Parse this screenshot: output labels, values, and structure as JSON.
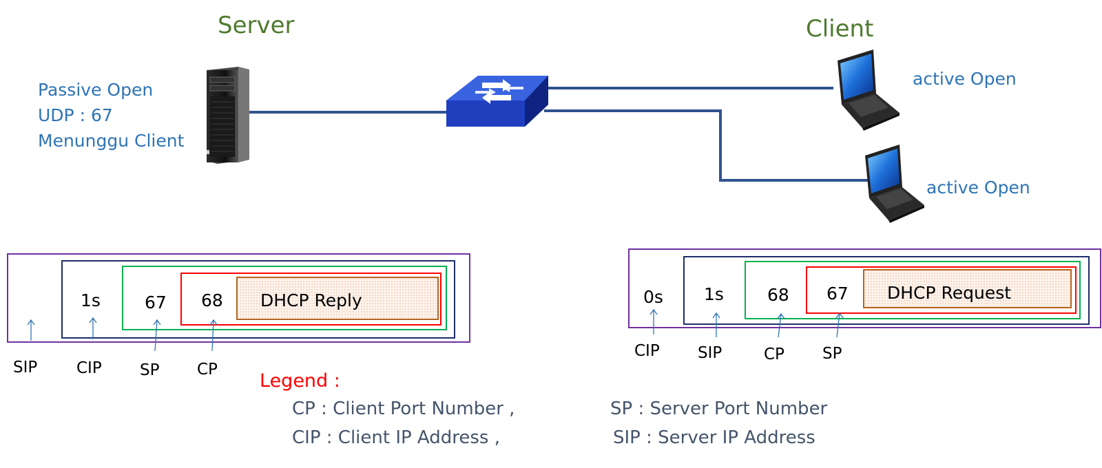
{
  "server": {
    "heading": "Server",
    "notes": [
      "Passive Open",
      "UDP : 67",
      "Menunggu Client"
    ]
  },
  "client": {
    "heading": "Client",
    "laptop_1_label": "active Open",
    "laptop_2_label": "active Open"
  },
  "reply_packet": {
    "cip_value": "1s",
    "sp_value": "67",
    "cp_value": "68",
    "payload": "DHCP Reply",
    "pointers": [
      "SIP",
      "CIP",
      "SP",
      "CP"
    ]
  },
  "request_packet": {
    "cip_value": "0s",
    "sip_value": "1s",
    "cp_value": "68",
    "sp_value": "67",
    "payload": "DHCP Request",
    "pointers": [
      "CIP",
      "SIP",
      "CP",
      "SP"
    ]
  },
  "legend": {
    "title": "Legend :",
    "cp": "CP : Client Port Number ,",
    "cip": "CIP : Client IP Address ,",
    "sp": "SP : Server Port Number",
    "sip": "SIP : Server IP Address"
  },
  "colors": {
    "heading": "#4f7a2e",
    "note": "#2e74b5",
    "legend_title": "#ff0000",
    "legend_text": "#44546a",
    "ip_box": "#7030a0",
    "navy_box": "#1f2d6b",
    "green_box": "#00b050",
    "red_box": "#ff0000",
    "payload_box": "#b5651d",
    "link": "#2f528f",
    "switch": "#1f3fbf"
  }
}
